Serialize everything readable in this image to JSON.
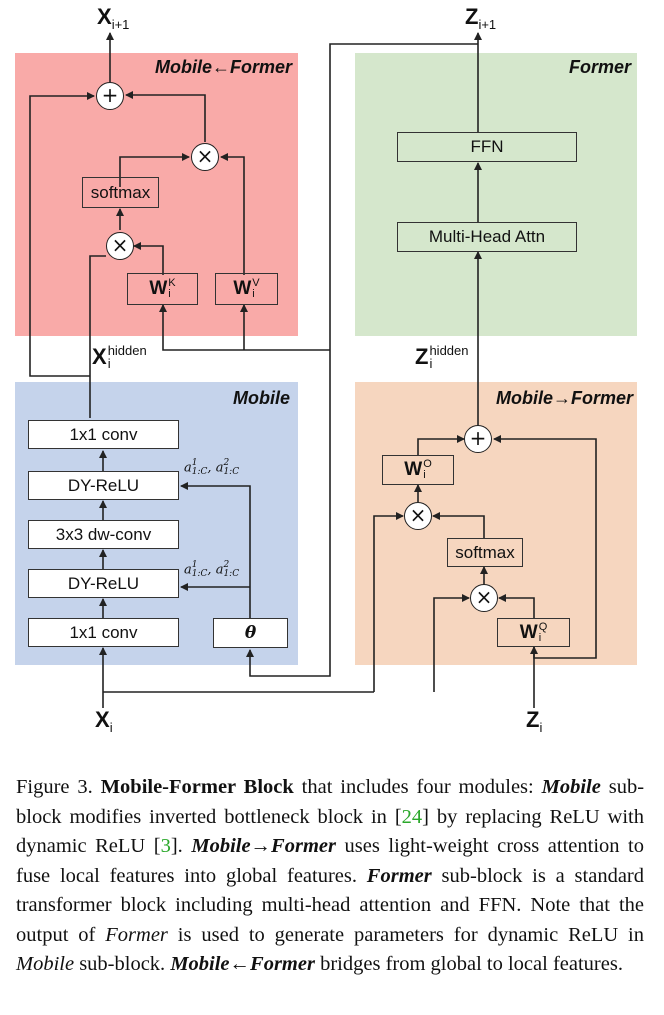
{
  "modules": {
    "mobile_from_former": "Mobile←Former",
    "former": "Former",
    "mobile": "Mobile",
    "mobile_to_former": "Mobile→Former"
  },
  "colors": {
    "mobile_from_former": "#f9aaa8",
    "former": "#d5e7cc",
    "mobile": "#c5d3eb",
    "mobile_to_former": "#f6d6bf"
  },
  "boxes": {
    "softmax_left": "softmax",
    "ffn": "FFN",
    "mha": "Multi-Head Attn",
    "conv1_top": "1x1 conv",
    "dyrelu_top": "DY-ReLU",
    "dwconv": "3x3 dw-conv",
    "dyrelu_bottom": "DY-ReLU",
    "conv1_bottom": "1x1 conv",
    "theta": "θ",
    "softmax_right": "softmax"
  },
  "weights": {
    "wk": {
      "base": "W",
      "sub": "i",
      "sup": "K"
    },
    "wv": {
      "base": "W",
      "sub": "i",
      "sup": "V"
    },
    "wo": {
      "base": "W",
      "sub": "i",
      "sup": "O"
    },
    "wq": {
      "base": "W",
      "sub": "i",
      "sup": "Q"
    }
  },
  "labels": {
    "x_next": {
      "base": "X",
      "sub": "i+1"
    },
    "z_next": {
      "base": "Z",
      "sub": "i+1"
    },
    "x_hidden": {
      "base": "X",
      "sub": "i",
      "sup": "hidden"
    },
    "z_hidden": {
      "base": "Z",
      "sub": "i",
      "sup": "hidden"
    },
    "x_in": {
      "base": "X",
      "sub": "i"
    },
    "z_in": {
      "base": "Z",
      "sub": "i"
    },
    "alpha": "a",
    "alpha_range": "1:C",
    "alpha_sup1": "1",
    "alpha_sup2": "2"
  },
  "operators": {
    "add": "+",
    "mul": "×"
  },
  "caption": {
    "fig": "Figure 3.",
    "title": "Mobile-Former Block",
    "t1": " that includes four modules: ",
    "m1": "Mobile",
    "t2": " sub-block modifies inverted bottleneck block in [",
    "c1": "24",
    "t3": "] by replacing ReLU with dynamic ReLU [",
    "c2": "3",
    "t4": "]. ",
    "m2": "Mobile→Former",
    "t5": " uses light-weight cross attention to fuse local features into global features. ",
    "m3": "Former",
    "t6": " sub-block is a standard transformer block including multi-head attention and FFN. Note that the output of ",
    "m4": "Former",
    "t7": " is used to generate parameters for dynamic ReLU in ",
    "m5": "Mobile",
    "t8": " sub-block. ",
    "m6": "Mobile←Former",
    "t9": " bridges from global to local features."
  }
}
